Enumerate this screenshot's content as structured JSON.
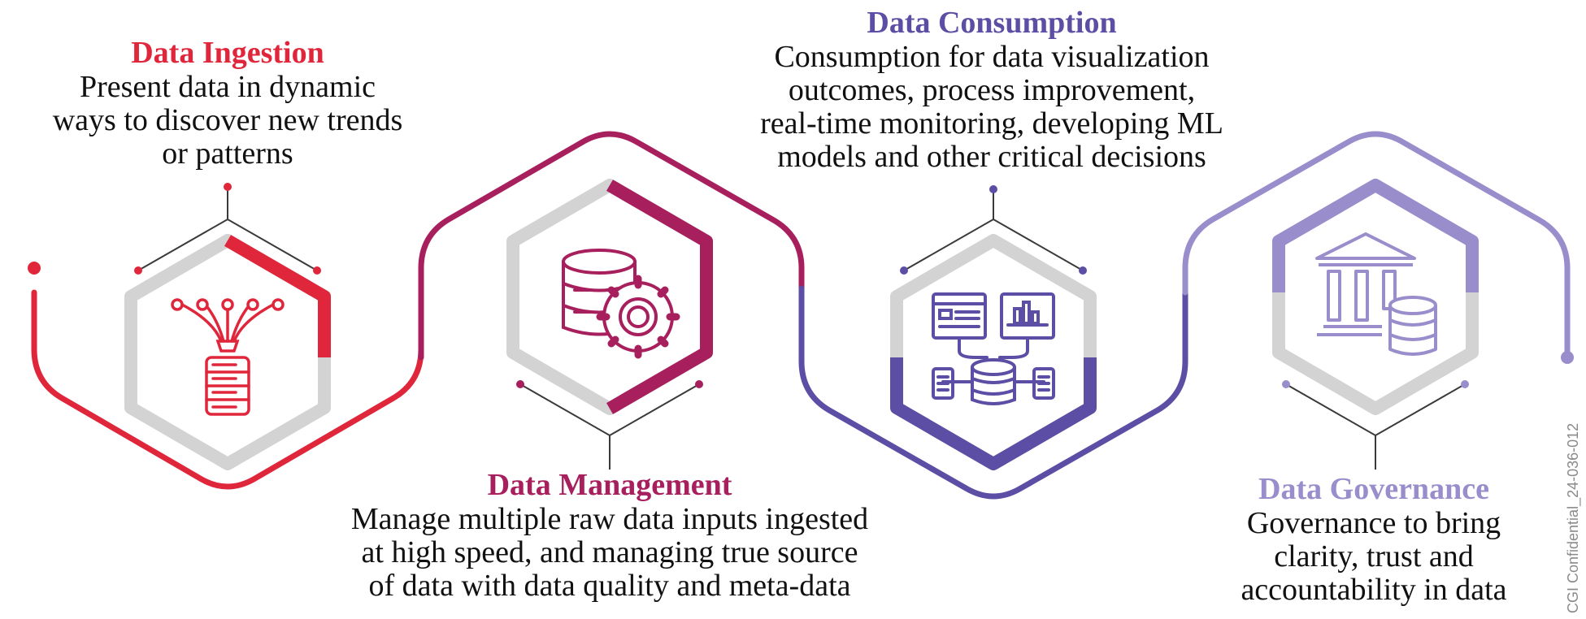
{
  "colors": {
    "ingestion": "#e0263b",
    "management": "#a81f5e",
    "consumption": "#5b4ea4",
    "governance": "#9a8dcc",
    "grey_track": "#d3d3d3",
    "connector": "#3a3a3a"
  },
  "stages": [
    {
      "id": "ingestion",
      "title": "Data Ingestion",
      "description": [
        "Present data in dynamic",
        "ways to discover new trends",
        "or patterns"
      ],
      "icon": "data-funnel-icon"
    },
    {
      "id": "management",
      "title": "Data Management",
      "description": [
        "Manage multiple raw data inputs ingested",
        "at high speed, and managing true source",
        "of data with data quality and meta-data"
      ],
      "icon": "database-gear-icon"
    },
    {
      "id": "consumption",
      "title": "Data Consumption",
      "description": [
        "Consumption for data visualization",
        "outcomes, process improvement,",
        "real-time monitoring, developing ML",
        "models and other critical decisions"
      ],
      "icon": "dashboard-database-icon"
    },
    {
      "id": "governance",
      "title": "Data Governance",
      "description": [
        "Governance to bring",
        "clarity, trust and",
        "accountability in data"
      ],
      "icon": "institution-database-icon"
    }
  ],
  "watermark": "CGI Confidential_24-036-012"
}
